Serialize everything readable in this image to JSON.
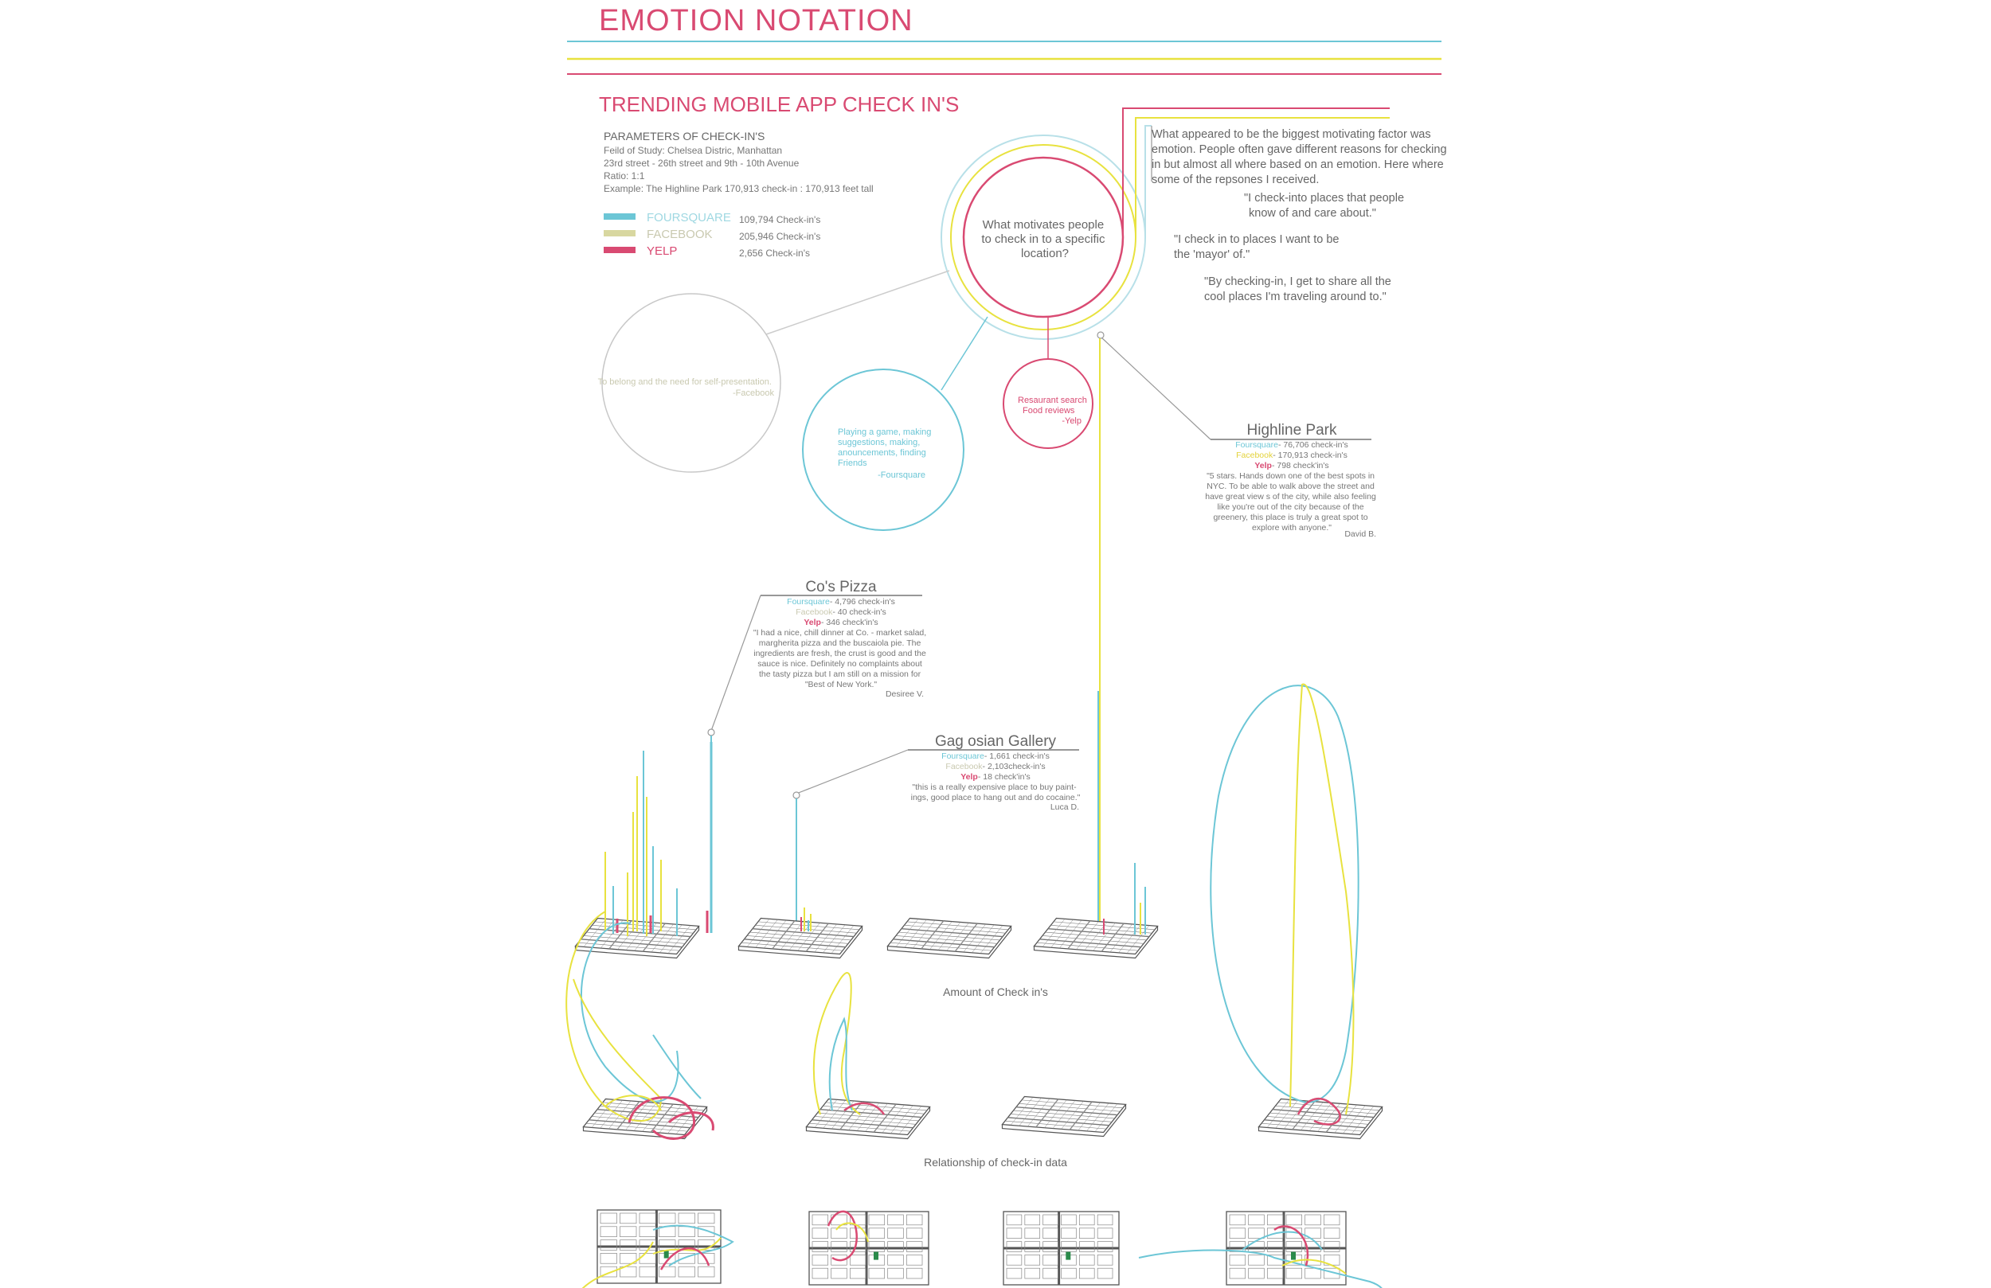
{
  "colors": {
    "foursquare": "#6cc6d6",
    "facebook": "#e8e23f",
    "yelp": "#d94a72",
    "title": "#d94a72",
    "gray": "#666666",
    "light": "#aaaaaa"
  },
  "title": "EMOTION NOTATION",
  "subtitle": "TRENDING MOBILE APP CHECK IN'S",
  "parameters": {
    "heading": "PARAMETERS OF CHECK-IN'S",
    "lines": [
      "Feild of Study: Chelsea Distric, Manhattan",
      "23rd street - 26th street and 9th - 10th Avenue",
      "Ratio: 1:1",
      "Example: The Highline Park 170,913 check-in : 170,913 feet tall"
    ]
  },
  "legend": [
    {
      "name": "FOURSQUARE",
      "value": "109,794 Check-in's",
      "color": "#6cc6d6"
    },
    {
      "name": "FACEBOOK",
      "value": "205,946 Check-in's",
      "color": "#d8d7a0"
    },
    {
      "name": "YELP",
      "value": "2,656 Check-in's",
      "color": "#d94a72"
    }
  ],
  "center_question": [
    "What motivates people",
    "to check in to a specific",
    "location?"
  ],
  "intro_text": [
    "What appeared to be the biggest motivating factor was",
    "emotion. People often gave different reasons for checking",
    "in but almost all where based on an emotion. Here where",
    "some of the repsones I received."
  ],
  "quotes": [
    [
      "\"I check-into places that people",
      "know of and care about.\""
    ],
    [
      "\"I check in to places I want to be",
      "the 'mayor' of.\""
    ],
    [
      "\"By checking-in, I get to share all the",
      "cool places I'm traveling around to.\""
    ]
  ],
  "facebook_bubble": [
    "To belong and the need for self-presentation.",
    "-Facebook"
  ],
  "foursquare_bubble": [
    "Playing a game, making",
    "suggestions, making,",
    "anouncements, finding",
    "Friends",
    "-Foursquare"
  ],
  "yelp_bubble": [
    "Resaurant search",
    "Food reviews",
    "-Yelp"
  ],
  "highline": {
    "name": "Highline Park",
    "stats": [
      {
        "app": "Foursquare",
        "value": "- 76,706 check-in's"
      },
      {
        "app": "Facebook",
        "value": "- 170,913 check-in's"
      },
      {
        "app": "Yelp",
        "value": "- 798 check'in's"
      }
    ],
    "review": [
      "\"5 stars. Hands down one of the best spots in",
      "NYC. To be able to walk above the street and",
      "have great view s of the city, while also feeling",
      "like you're out of the city because of the",
      "greenery, this place is truly a great spot to",
      "explore with anyone.\""
    ],
    "author": "David B."
  },
  "cos": {
    "name": "Co's Pizza",
    "stats": [
      {
        "app": "Foursquare",
        "value": "- 4,796 check-in's"
      },
      {
        "app": "Facebook",
        "value": "- 40 check-in's"
      },
      {
        "app": "Yelp",
        "value": "- 346 check'in's"
      }
    ],
    "review": [
      "\"I had a nice, chill dinner at Co. - market salad,",
      "margherita pizza and the buscaiola pie. The",
      "ingredients are fresh, the crust is good and the",
      "sauce is nice. Definitely no complaints about",
      "the tasty pizza but I am still on a mission for",
      "\"Best of New York.\""
    ],
    "author": "Desiree V."
  },
  "gagosian": {
    "name": "Gag osian Gallery",
    "stats": [
      {
        "app": "Foursquare",
        "value": "- 1,661 check-in's"
      },
      {
        "app": "Facebook",
        "value": "- 2,103check-in's"
      },
      {
        "app": "Yelp",
        "value": "- 18 check'in's"
      }
    ],
    "review": [
      "\"this is a really expensive place to buy paint-",
      "ings, good place to hang out and do cocaine.\""
    ],
    "author": "Luca D."
  },
  "label_amount": "Amount of Check in's",
  "label_relationship": "Relationship of check-in data"
}
